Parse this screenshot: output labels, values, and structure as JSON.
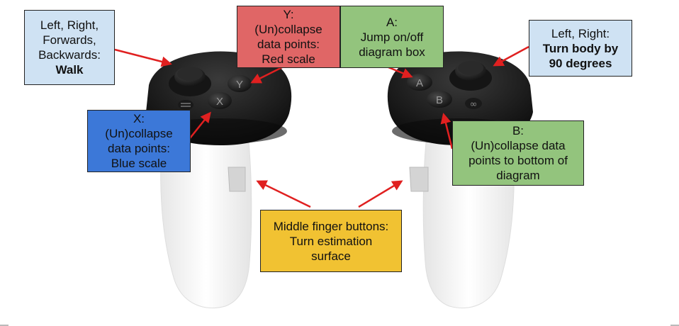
{
  "colors": {
    "light_blue": "#cfe2f3",
    "red": "#e06666",
    "green": "#93c47d",
    "blue": "#3c78d8",
    "yellow": "#f1c232",
    "arrow": "#e02020",
    "controller_body": "#111111",
    "controller_grip": "#f4f4f4"
  },
  "controller_buttons": {
    "y": "Y",
    "x": "X",
    "a": "A",
    "b": "B",
    "menu_icon": "menu-icon",
    "oculus_icon": "oculus-icon"
  },
  "labels": {
    "left_stick": {
      "line1": "Left, Right,",
      "line2": "Forwards,",
      "line3": "Backwards:",
      "line4": "Walk"
    },
    "y_button": {
      "line1": "Y:",
      "line2": "(Un)collapse",
      "line3": "data points:",
      "line4": "Red scale"
    },
    "a_button": {
      "line1": "A:",
      "line2": "Jump on/off",
      "line3": "diagram box"
    },
    "right_stick": {
      "line1": "Left, Right:",
      "line2": "Turn body by",
      "line3": "90 degrees"
    },
    "x_button": {
      "line1": "X:",
      "line2": "(Un)collapse",
      "line3": "data points:",
      "line4": "Blue scale"
    },
    "b_button": {
      "line1": "B:",
      "line2": "(Un)collapse data",
      "line3": "points to bottom of",
      "line4": "diagram"
    },
    "middle_finger": {
      "line1": "Middle finger buttons:",
      "line2": "Turn estimation",
      "line3": "surface"
    }
  }
}
